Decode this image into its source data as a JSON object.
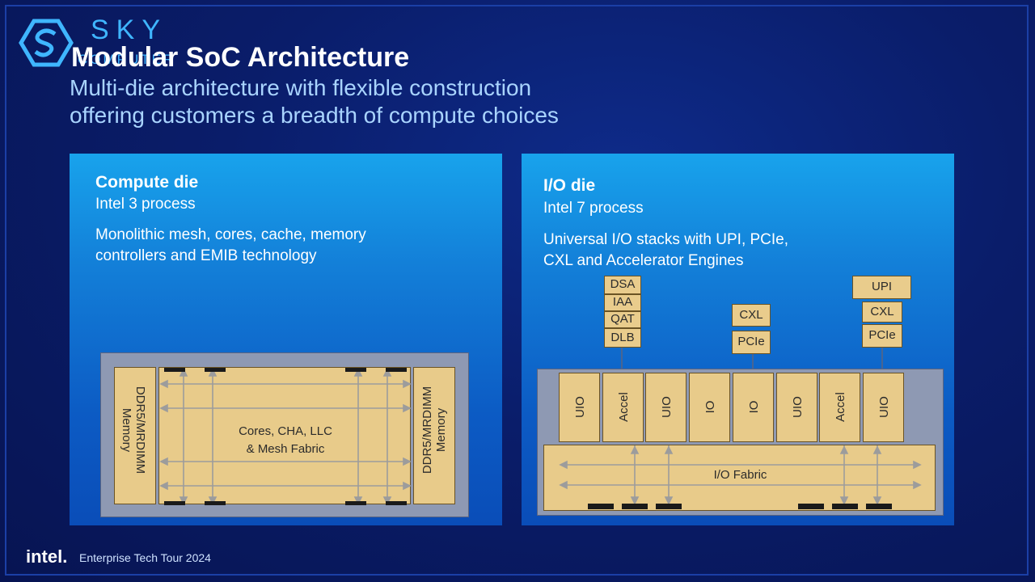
{
  "brand": {
    "watermark_name": "SKY",
    "watermark_sub": "COMPUTER"
  },
  "title": "Modular SoC Architecture",
  "subtitle_lines": [
    "Multi-die architecture with flexible construction",
    "offering customers a breadth of  compute choices"
  ],
  "compute_die": {
    "heading": "Compute die",
    "process": "Intel 3 process",
    "description_lines": [
      "Monolithic mesh, cores, cache,  memory",
      "controllers and EMIB technology"
    ],
    "left_memory": [
      "DDR5/MRDIMM",
      "Memory"
    ],
    "right_memory": [
      "DDR5/MRDIMM",
      "Memory"
    ],
    "center_label": [
      "Cores, CHA, LLC",
      "& Mesh Fabric"
    ]
  },
  "io_die": {
    "heading": "I/O die",
    "process": "Intel 7 process",
    "description_lines": [
      "Universal I/O stacks with UPI, PCIe,",
      "CXL and Accelerator Engines"
    ],
    "accel_stack": [
      "DSA",
      "IAA",
      "QAT",
      "DLB"
    ],
    "middle_stack": [
      "CXL",
      "PCIe"
    ],
    "right_stack": [
      "UPI",
      "CXL",
      "PCIe"
    ],
    "modules": [
      "UIO",
      "Accel",
      "UIO",
      "IO",
      "IO",
      "UIO",
      "Accel",
      "UIO"
    ],
    "fabric_label": "I/O Fabric"
  },
  "footer": {
    "company": "intel.",
    "event": "Enterprise Tech Tour 2024"
  },
  "colors": {
    "die_fill": "#e8cb8a",
    "die_border": "#6a5324",
    "panel_top": "#18a3ec",
    "panel_bottom": "#0a4db8",
    "background": "#0a1d6a"
  }
}
